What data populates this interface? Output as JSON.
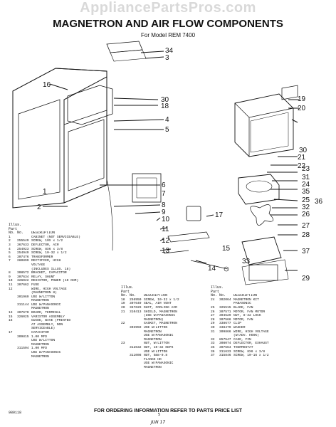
{
  "watermark": "AppliancePartsPros.com",
  "title": "MAGNETRON AND AIR FLOW COMPONENTS",
  "subtitle": "For Model REM 7400",
  "callouts": [
    "34",
    "3",
    "16",
    "30",
    "18",
    "19",
    "20",
    "4",
    "5",
    "2",
    "6",
    "7",
    "8",
    "9",
    "10",
    "11",
    "12",
    "13",
    "14",
    "15",
    "17",
    "1",
    "21",
    "22",
    "23",
    "31",
    "24",
    "35",
    "25",
    "26",
    "32",
    "36",
    "30",
    "27",
    "28",
    "33",
    "37",
    "29"
  ],
  "table_headers": {
    "illus": "Illus. Part",
    "no_no": "No.   No.",
    "desc": "DESCRIPTION"
  },
  "col1": [
    [
      "1",
      "",
      "CABINET (NOT SERVICEABLE)"
    ],
    [
      "2",
      "255549",
      "SCREW, 10X x 1/2"
    ],
    [
      "3",
      "367633",
      "DEFLECTOR, AIR"
    ],
    [
      "4",
      "254923",
      "SCREW, 8X6 x 3/8"
    ],
    [
      "5",
      "254949",
      "SCREW, 10-32 x 1/2"
    ],
    [
      "6",
      "307476",
      "TRANSFORMER"
    ],
    [
      "7",
      "280899",
      "RECTIFIER, HIGH"
    ],
    [
      "",
      "",
      "VOLTAGE"
    ],
    [
      "",
      "",
      "(INCLUDES ILLUS. 18)"
    ],
    [
      "8",
      "308572",
      "BRACKET, CAPACITOR"
    ],
    [
      "9",
      "307634",
      "RELAY, SHUNT"
    ],
    [
      "10",
      "326022",
      "RESISTOR, POWER (10 OHM)"
    ],
    [
      "11",
      "307662",
      "FUSE"
    ],
    [
      "12",
      "",
      "WIRE, HIGH VOLTAGE"
    ],
    [
      "",
      "",
      "(MAGNETRON 8)"
    ],
    [
      "",
      "301969",
      "USE W/LITTON"
    ],
    [
      "",
      "",
      "MAGNETRON"
    ],
    [
      "",
      "311144",
      "USE W/PANASONIC"
    ],
    [
      "",
      "",
      "MAGNETRON"
    ],
    [
      "13",
      "307670",
      "BOARD, TERMINAL"
    ],
    [
      "15",
      "326025",
      "VARISTOR ASSEMBLY"
    ],
    [
      "16",
      "",
      "GUIDE, WAVE (PRINTED"
    ],
    [
      "",
      "",
      "AT ASSEMBLY, NON"
    ],
    [
      "",
      "",
      "SERVICEABLE)"
    ],
    [
      "17",
      "",
      "CAPACITOR"
    ],
    [
      "",
      "309815",
      "1.00 MFD"
    ],
    [
      "",
      "",
      "USE W/LITTON"
    ],
    [
      "",
      "",
      "MAGNETRON"
    ],
    [
      "",
      "311504",
      "1.00 MFD"
    ],
    [
      "",
      "",
      "USE W/PANASONIC"
    ],
    [
      "",
      "",
      "MAGNETRON"
    ]
  ],
  "col2": [
    [
      "18",
      "256950",
      "SCREW, 10-32 x 1/2"
    ],
    [
      "19",
      "307649",
      "SEAL, AIR VENT"
    ],
    [
      "20",
      "367629",
      "DUCT, COOLING AIR"
    ],
    [
      "21",
      "310413",
      "SHIELD, MAGNETRON"
    ],
    [
      "",
      "",
      "(USE W/PANASONIC"
    ],
    [
      "",
      "",
      "MAGNETRON)"
    ],
    [
      "22",
      "",
      "GASKET, MAGNETRON"
    ],
    [
      "",
      "303959",
      "USE W/LITTON"
    ],
    [
      "",
      "",
      "MAGNETRON"
    ],
    [
      "",
      "",
      "USE W/PANASONIC"
    ],
    [
      "",
      "",
      "MAGNETRON"
    ],
    [
      "23",
      "",
      "NUT, W/LITTON"
    ],
    [
      "",
      "312632",
      "NUT, 10-32 KEPS"
    ],
    [
      "",
      "",
      "USE W/LITTON"
    ],
    [
      "",
      "311008",
      "NUT, 5mm-0.8"
    ],
    [
      "",
      "",
      "FLANGE HD"
    ],
    [
      "",
      "",
      "USE W/PANASONIC"
    ],
    [
      "",
      "",
      "MAGNETRON"
    ]
  ],
  "col3": [
    [
      "24",
      "302064",
      "MAGNETRON KIT"
    ],
    [
      "",
      "",
      "PANASONIC"
    ],
    [
      "25",
      "325515",
      "BLADE, FAN"
    ],
    [
      "26",
      "307571",
      "MOTOR, FAN MOTOR"
    ],
    [
      "27",
      "304529",
      "NUT, 8-32 LOCK"
    ],
    [
      "28",
      "307566",
      "MOTOR, FAN"
    ],
    [
      "29",
      "338677",
      "CLIP"
    ],
    [
      "30",
      "338479",
      "WASHER"
    ],
    [
      "31",
      "309866",
      "WIRE, HIGH VOLTAGE"
    ],
    [
      "",
      "",
      "(W/ADV. HOOK)"
    ],
    [
      "32",
      "857547",
      "CASE, FIN"
    ],
    [
      "33",
      "308074",
      "DEFLECTOR, EXHAUST"
    ],
    [
      "35",
      "307564",
      "THERMOSTAT"
    ],
    [
      "36",
      "311633",
      "SCREW, 8X6 x 3/8"
    ],
    [
      "37",
      "315846",
      "SCREW, 10-16 x 1/2"
    ]
  ],
  "footer": "FOR ORDERING INFORMATION REFER TO PARTS PRICE LIST",
  "doc_number": "980118",
  "page_number": "5",
  "date": "JUN 17"
}
